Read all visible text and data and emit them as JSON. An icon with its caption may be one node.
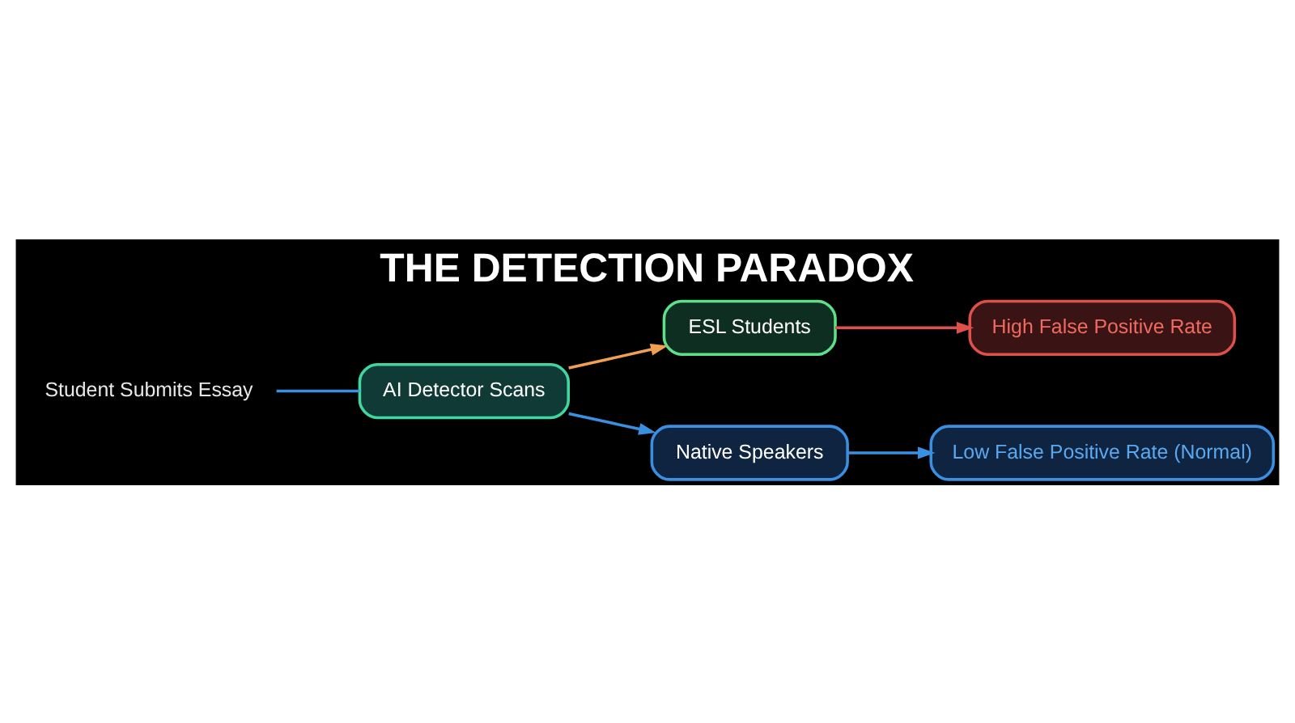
{
  "diagram": {
    "title": "THE DETECTION PARADOX",
    "nodes": [
      {
        "text": [
          "Student Submits Essay"
        ]
      },
      {
        "text": [
          "AI Detector Scans"
        ]
      },
      {
        "text": [
          "ESL Students"
        ]
      },
      {
        "text": [
          "High False Positive Rate"
        ]
      },
      {
        "text": [
          "Native Speakers"
        ]
      },
      {
        "text": [
          "Low False Positive Rate (Normal)"
        ]
      }
    ],
    "edges": [
      {
        "from": 0,
        "to": 1,
        "arrow": "none"
      },
      {
        "from": 1,
        "to": 2,
        "arrow": "to",
        "color": "#f0a050"
      },
      {
        "from": 1,
        "to": 4,
        "arrow": "to"
      },
      {
        "from": 2,
        "to": 3,
        "arrow": "to",
        "color": "#e0504a"
      },
      {
        "from": 4,
        "to": 5,
        "arrow": "to"
      }
    ]
  }
}
